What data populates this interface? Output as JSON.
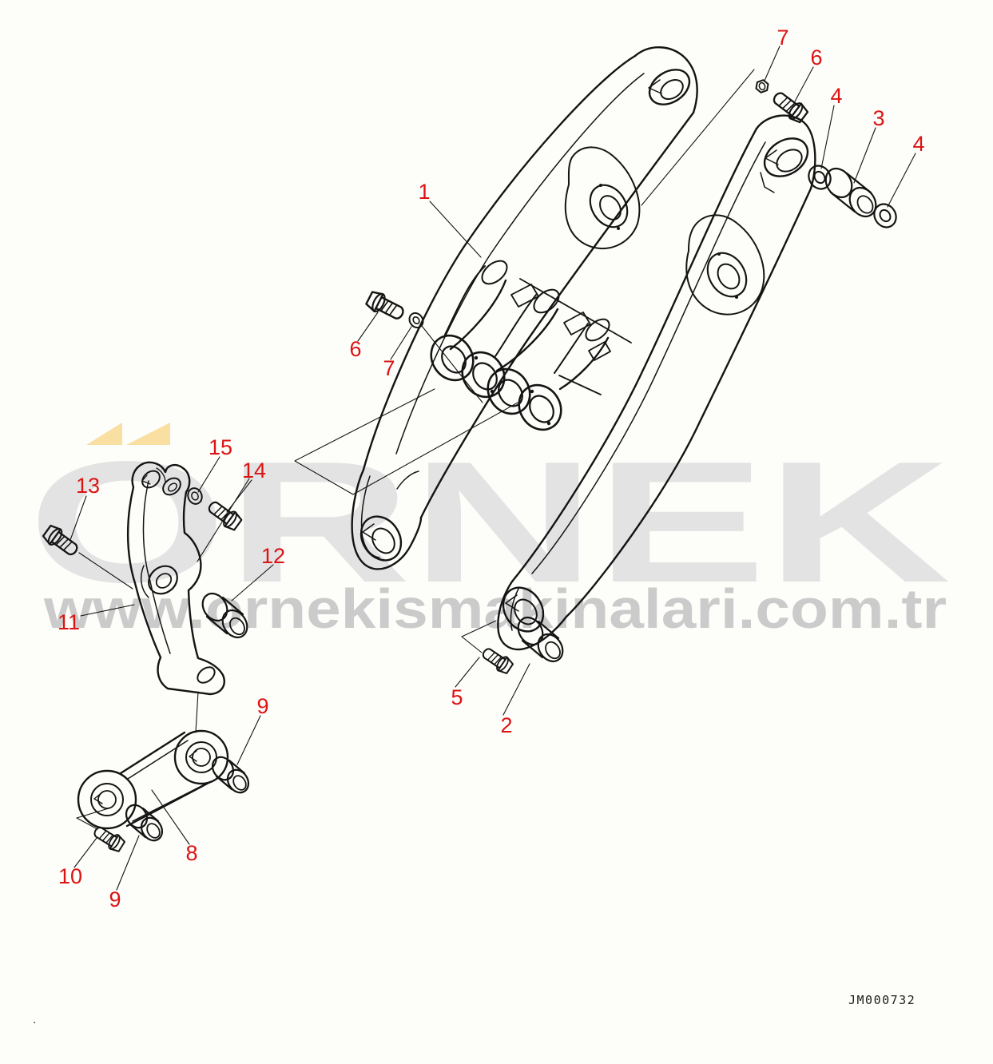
{
  "page": {
    "background": "#fdfdfa"
  },
  "watermark": {
    "brand_text": "ORNEK",
    "url_text": "www.ornekismakinalari.com.tr",
    "brand_color": "#e3e3e3",
    "url_color": "#cbcbcb",
    "logo_accent_color": "#f9dfa2"
  },
  "drawing": {
    "code": "JM000732",
    "corner_mark": ".",
    "line_color": "#141414",
    "callout_color": "#dc1313"
  },
  "callouts": [
    {
      "label": "1"
    },
    {
      "label": "2"
    },
    {
      "label": "3"
    },
    {
      "label": "4"
    },
    {
      "label": "4"
    },
    {
      "label": "5"
    },
    {
      "label": "6"
    },
    {
      "label": "6"
    },
    {
      "label": "7"
    },
    {
      "label": "7"
    },
    {
      "label": "8"
    },
    {
      "label": "9"
    },
    {
      "label": "9"
    },
    {
      "label": "10"
    },
    {
      "label": "11"
    },
    {
      "label": "12"
    },
    {
      "label": "13"
    },
    {
      "label": "14"
    },
    {
      "label": "15"
    }
  ]
}
